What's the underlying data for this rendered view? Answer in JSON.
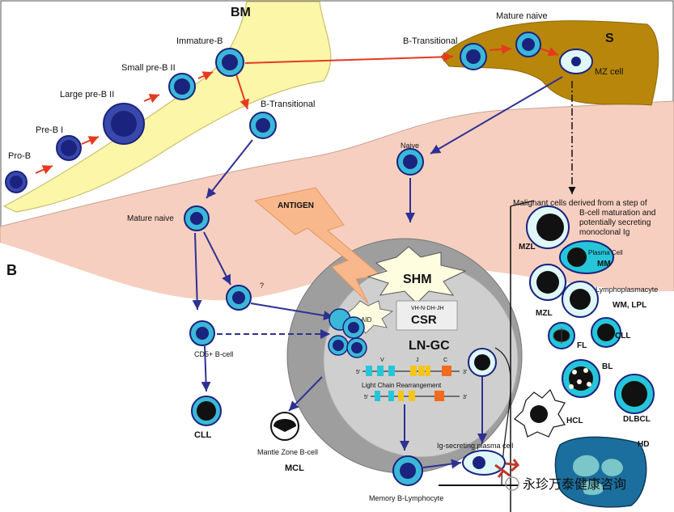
{
  "regions": {
    "bm": "BM",
    "spleen": "S",
    "blood": "B",
    "lngc": "LN-GC"
  },
  "stages": {
    "pro_b": "Pro-B",
    "pre_b1": "Pre-B I",
    "large_pre_b2": "Large pre-B II",
    "small_pre_b2": "Small pre-B II",
    "immature_b": "Immature-B",
    "b_transitional_bm": "B-Transitional",
    "b_transitional_s": "B-Transitional",
    "mature_naive_s": "Mature naive",
    "mz_cell": "MZ cell",
    "naive": "Naive",
    "mature_naive": "Mature naive",
    "question": "?",
    "cd5": "CD5+ B-cell",
    "mantle_zone": "Mantle Zone B-cell",
    "memory": "Memory B-Lymphocyte",
    "ig_plasma": "Ig-secreting plasma cell"
  },
  "germinal_center": {
    "antigen": "ANTIGEN",
    "shm": "SHM",
    "aid": "AID",
    "csr": "CSR",
    "vdj": "VH-N-DH-JH",
    "v": "V",
    "j": "J",
    "c": "C",
    "five_prime": "5'",
    "three_prime": "3'",
    "light_chain": "Light Chain Rearrangement"
  },
  "malignancy": {
    "header_line1": "Malignant cells derived from a step of",
    "header_line2": "B-cell maturation and",
    "header_line3": "potentially secreting",
    "header_line4": "monoclonal Ig",
    "mzl_top": "MZL",
    "plasma_cell": "Plasma Cell",
    "mm": "MM",
    "lymphoplasmacyte": "Lymphoplasmacyte",
    "wm_lpl": "WM, LPL",
    "mzl_mid": "MZL",
    "fl": "FL",
    "cll_right": "CLL",
    "bl": "BL",
    "hcl": "HCL",
    "dlbcl": "DLBCL",
    "hd": "HD",
    "cll_left": "CLL",
    "mcl": "MCL"
  },
  "watermark": "永珍万泰健康咨询",
  "colors": {
    "bm_fill": "#fbf6a8",
    "spleen_fill": "#b8860b",
    "blood_fill": "#f6cfc0",
    "cell_cyan": "#3bb8d8",
    "cell_navy": "#1a237e",
    "arrow_red": "#e53a1e",
    "arrow_navy": "#2e3192",
    "gc_outer": "#9e9e9e",
    "gc_inner": "#cfcfcf"
  }
}
